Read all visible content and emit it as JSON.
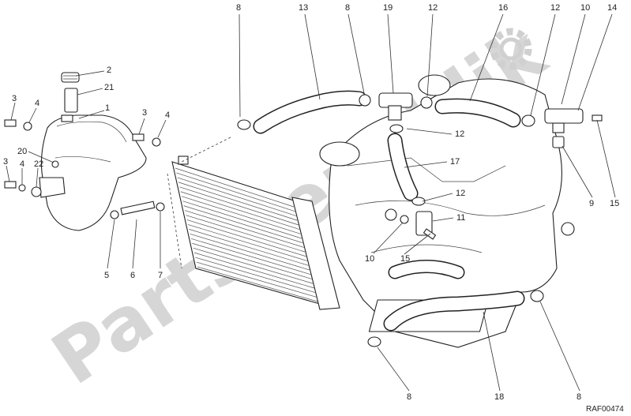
{
  "diagram": {
    "reference_code": "RAF00474",
    "watermark_text": "PartsRepublik",
    "callouts": [
      "8",
      "13",
      "8",
      "19",
      "12",
      "16",
      "12",
      "10",
      "14",
      "2",
      "21",
      "3",
      "4",
      "1",
      "3",
      "4",
      "20",
      "3",
      "4",
      "22",
      "5",
      "6",
      "7",
      "12",
      "17",
      "12",
      "11",
      "10",
      "15",
      "9",
      "15",
      "8",
      "18",
      "8"
    ]
  }
}
